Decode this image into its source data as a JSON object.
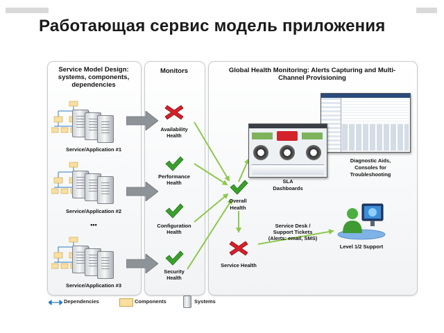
{
  "title": "Работающая сервис модель приложения",
  "panels": {
    "design": {
      "heading": [
        "Service Model Design:",
        "systems, components,",
        "dependencies"
      ],
      "services": [
        "Service/Application #1",
        "Service/Application #2",
        "Service/Application #3"
      ],
      "ellipsis": "•••"
    },
    "monitors": {
      "heading": "Monitors",
      "items": [
        {
          "name": "Availability",
          "sub": "Health",
          "status": "error"
        },
        {
          "name": "Performance",
          "sub": "Health",
          "status": "ok"
        },
        {
          "name": "Configuration",
          "sub": "Health",
          "status": "ok"
        },
        {
          "name": "Security",
          "sub": "Health",
          "status": "ok"
        }
      ]
    },
    "global": {
      "heading": [
        "Global Health Monitoring: Alerts Capturing and  Multi-",
        "Channel Provisioning"
      ],
      "sla": [
        "SLA",
        "Dashboards"
      ],
      "diagnostic": [
        "Diagnostic Aids,",
        "Consoles for",
        "Troubleshooting"
      ],
      "overall": [
        "Overall",
        "Health"
      ],
      "service_health": "Service Health",
      "service_desk": [
        "Service Desk /",
        "Support Tickets",
        "(Alerts: email, SMS)"
      ],
      "support": "Level 1/2 Support"
    }
  },
  "legend": {
    "dependencies": "Dependencies",
    "components": "Components",
    "systems": "Systems"
  },
  "colors": {
    "ok": "#3aa02b",
    "error": "#d6202a",
    "arrow_green": "#8cc84b",
    "component": "#f9dfa0",
    "dependency": "#2f7bbf"
  },
  "icons": {
    "ok": "check-mark-icon",
    "error": "red-x-icon",
    "system": "server-icon",
    "support": "support-agent-icon"
  }
}
